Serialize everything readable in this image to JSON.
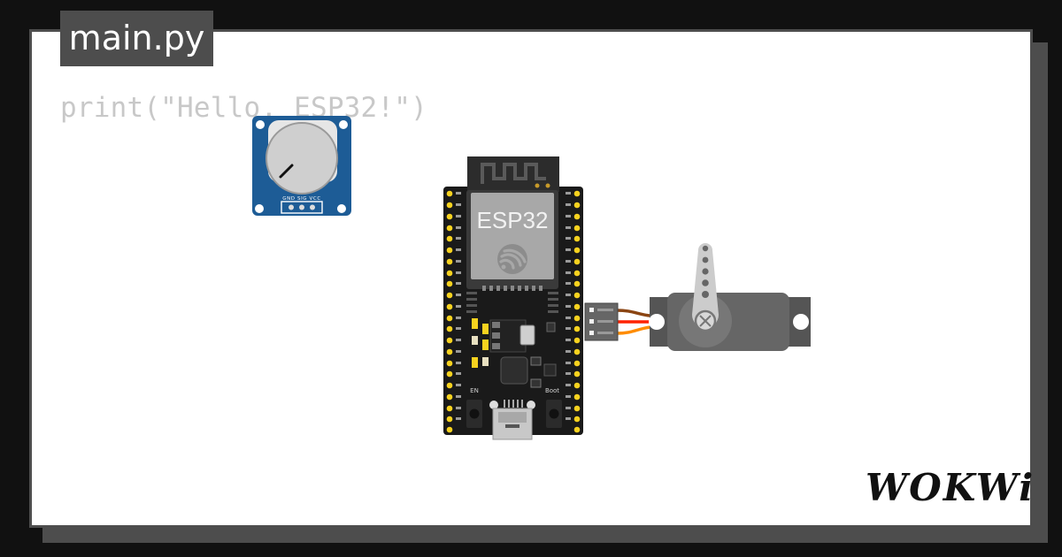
{
  "editor": {
    "file_tab": "main.py",
    "code_line": "print(\"Hello, ESP32!\")"
  },
  "esp32": {
    "label": "ESP32",
    "en_label": "EN",
    "boot_label": "Boot"
  },
  "potentiometer": {
    "pin_labels": "GND SIG VCC"
  },
  "brand": {
    "logo": "WOKWi"
  },
  "colors": {
    "background": "#111111",
    "panel_border": "#4d4d4d",
    "pot_board": "#1d5c96",
    "esp_board": "#1a1a1a",
    "servo_body": "#666666",
    "wire_brown": "#8b4513",
    "wire_red": "#ff2200",
    "wire_orange": "#ff8c00",
    "pin_yellow": "#f7d21f"
  }
}
